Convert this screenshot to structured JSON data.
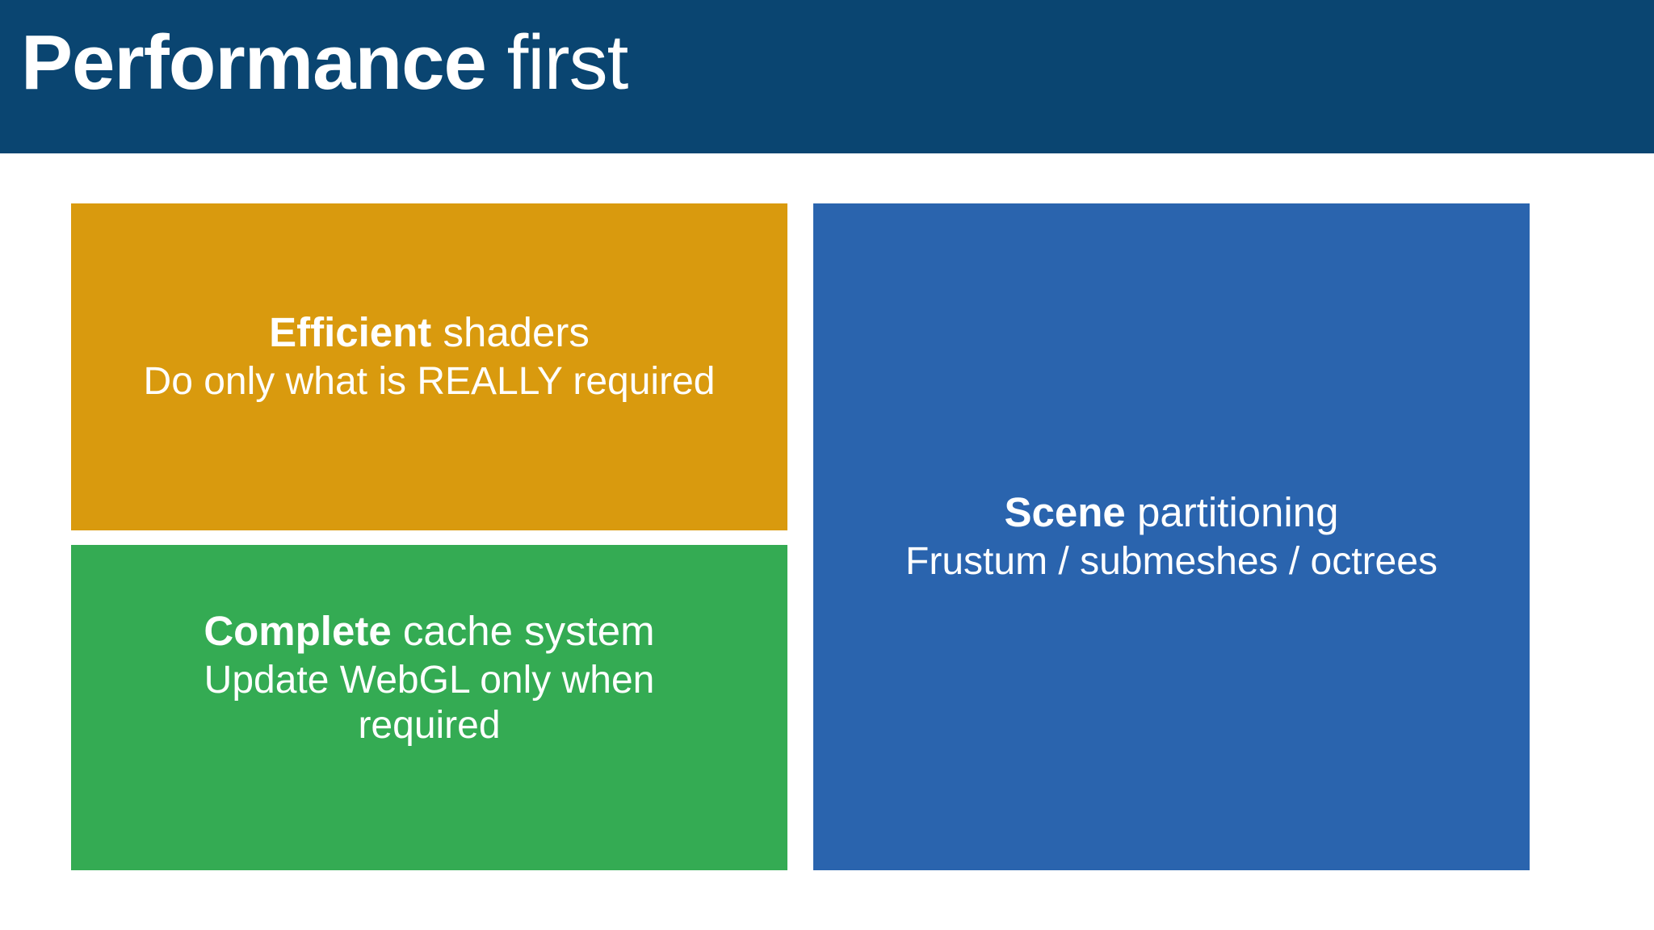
{
  "slide": {
    "title": {
      "strong": "Performance",
      "light": " first"
    },
    "colors": {
      "header_bg": "#0a4571",
      "page_bg": "#ffffff",
      "card_shaders_bg": "#d99a0e",
      "card_cache_bg": "#34ab53",
      "card_scene_bg": "#2a64ae",
      "text": "#ffffff"
    },
    "cards": [
      {
        "id": "efficient-shaders",
        "heading_strong": "Efficient",
        "heading_light": " shaders",
        "subtitle": "Do only what is REALLY required",
        "color": "#d99a0e"
      },
      {
        "id": "complete-cache-system",
        "heading_strong": "Complete",
        "heading_light": " cache system",
        "subtitle": "Update WebGL only when required",
        "color": "#34ab53"
      },
      {
        "id": "scene-partitioning",
        "heading_strong": "Scene",
        "heading_light": " partitioning",
        "subtitle": "Frustum / submeshes / octrees",
        "color": "#2a64ae"
      }
    ]
  }
}
